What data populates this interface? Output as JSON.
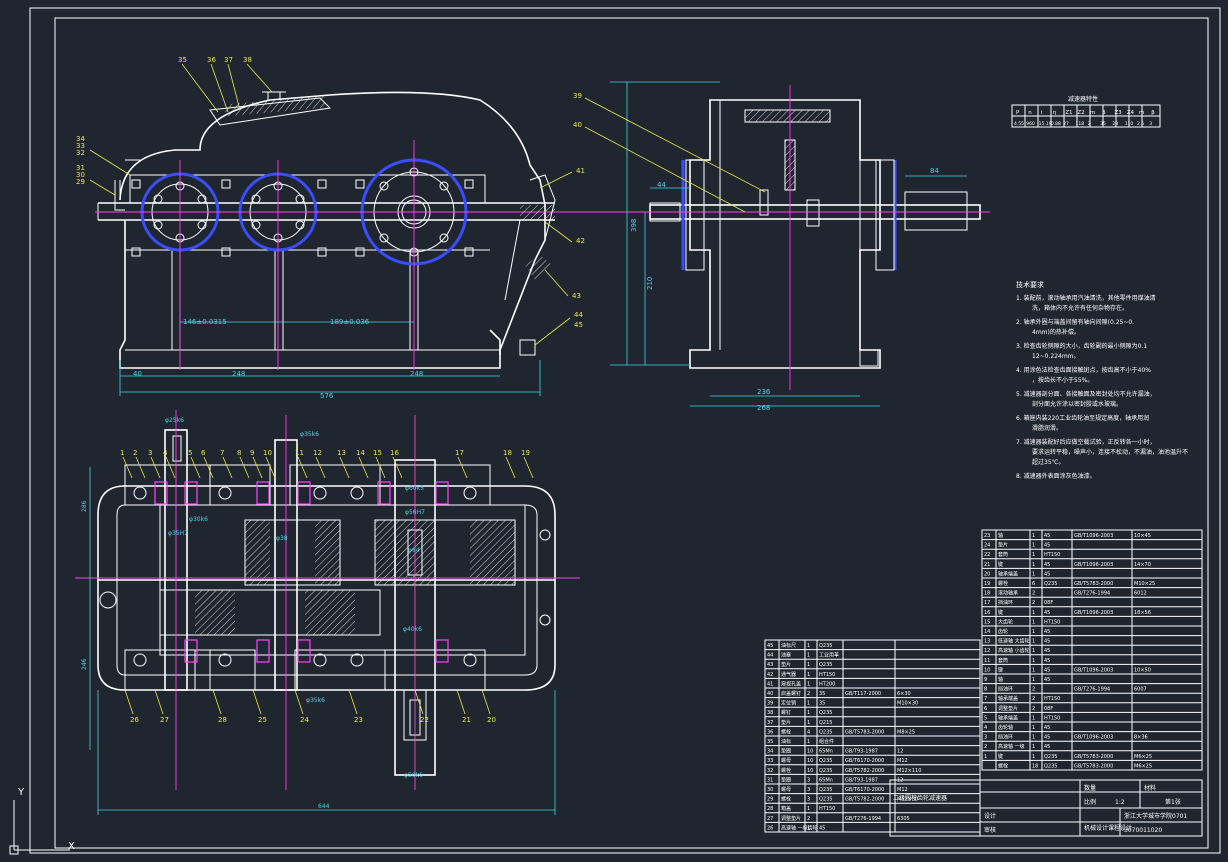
{
  "drawing": {
    "title": "二级圆柱齿轮减速器",
    "ucs": {
      "y": "Y",
      "x": "X"
    }
  },
  "front_view": {
    "callouts": [
      "35",
      "36",
      "37",
      "38",
      "34",
      "33",
      "32",
      "31",
      "30",
      "29",
      "41",
      "42",
      "43",
      "44",
      "45"
    ],
    "dims": {
      "d1": "146±0.0315",
      "d2": "189±0.036",
      "d3": "40",
      "d4": "248",
      "d5": "248",
      "d6": "576"
    }
  },
  "side_view": {
    "callouts": [
      "39",
      "40"
    ],
    "dims": {
      "w1": "44",
      "w2": "84",
      "h1": "398",
      "h2": "210",
      "w3": "236",
      "w4": "268"
    },
    "spec_table_title": "减速器特性",
    "spec_table_head": [
      "P",
      "n",
      "i",
      "η",
      "Z1",
      "Z2",
      "m",
      "β",
      "Z3",
      "Z4",
      "m",
      "β"
    ],
    "spec_table_vals": [
      "4.55",
      "960",
      "15.19",
      "0.88",
      "27",
      "118",
      "2",
      "35",
      "28",
      "110",
      "2.5",
      "3"
    ]
  },
  "top_view": {
    "callouts": [
      "1",
      "2",
      "3",
      "4",
      "5",
      "6",
      "7",
      "8",
      "9",
      "10",
      "11",
      "12",
      "13",
      "14",
      "15",
      "16",
      "17",
      "18",
      "19",
      "20",
      "21",
      "22",
      "23",
      "24",
      "25",
      "26",
      "27",
      "28"
    ],
    "dims": {
      "a": "φ25k6",
      "b": "φ35k6",
      "c": "φ60k5",
      "d": "φ30k6",
      "e": "φ35H7",
      "f": "φ56H7",
      "g": "φ38",
      "h": "φ64",
      "i": "φ40k6",
      "j": "φ35k6",
      "k": "φ50k6",
      "l": "286",
      "m": "246",
      "n": "644"
    }
  },
  "tech_req": {
    "title": "技术要求",
    "items": [
      "1.  装配前，滚动轴承用汽油清洗，其他零件用煤油清洗，箱体内不允许有任何杂物存在。",
      "2.  轴承外圈与端盖间留有轴向间隙(0.25~0.4mm)的热补偿。",
      "3.  检查齿轮侧隙的大小，齿轮副的最小侧隙为0.112~0.224mm。",
      "4.  用涂色法检查齿面接触斑点，按齿高不小于40%，按齿长不小于55%。",
      "5.  减速器剖分面、各接触面及密封处均不允许漏油，剖分面允许涂以密封胶或水玻璃。",
      "6.  箱座内装220工业齿轮油至规定高度，轴承用润滑脂润滑。",
      "7.  减速器装配好后应做空载试验，正反转各一小时，要求运转平稳，噪声小，连接不松动，不漏油，油池温升不超过35℃。",
      "8.  减速器外表面涂灰色油漆。"
    ]
  },
  "parts_right": [
    [
      "23",
      "轴",
      "1",
      "45",
      "GB/T1096-2003",
      "10×45"
    ],
    [
      "24",
      "垫片",
      "1",
      "45",
      "",
      ""
    ],
    [
      "22",
      "套筒",
      "1",
      "HT150",
      "",
      ""
    ],
    [
      "21",
      "键",
      "1",
      "45",
      "GB/T1096-2003",
      "14×70"
    ],
    [
      "20",
      "轴承端盖",
      "1",
      "45",
      "",
      ""
    ],
    [
      "19",
      "螺栓",
      "6",
      "Q235",
      "GB/T5783-2000",
      "M10×25"
    ],
    [
      "18",
      "滚动轴承",
      "2",
      "",
      "GB/T276-1994",
      "6012"
    ],
    [
      "17",
      "挡油环",
      "2",
      "08F",
      "",
      ""
    ],
    [
      "16",
      "键",
      "1",
      "45",
      "GB/T1096-2003",
      "18×56"
    ],
    [
      "15",
      "大齿轮",
      "1",
      "HT150",
      "",
      ""
    ],
    [
      "14",
      "齿轮",
      "1",
      "45",
      "",
      ""
    ],
    [
      "13",
      "低速轴 大齿轮",
      "1",
      "45",
      "",
      ""
    ],
    [
      "12",
      "高速轴 小齿轮",
      "1",
      "45",
      "",
      ""
    ],
    [
      "11",
      "套筒",
      "1",
      "45",
      "",
      ""
    ],
    [
      "10",
      "键",
      "1",
      "45",
      "GB/T1096-2003",
      "10×50"
    ],
    [
      "9",
      "轴",
      "1",
      "45",
      "",
      ""
    ],
    [
      "8",
      "挡油环",
      "2",
      "",
      "GB/T276-1994",
      "6007"
    ],
    [
      "7",
      "轴承端盖",
      "2",
      "HT150",
      "",
      ""
    ],
    [
      "6",
      "调整垫片",
      "2",
      "08F",
      "",
      ""
    ],
    [
      "5",
      "轴承端盖",
      "1",
      "HT150",
      "",
      ""
    ],
    [
      "4",
      "齿轮轴",
      "1",
      "45",
      "",
      ""
    ],
    [
      "3",
      "挡油环",
      "1",
      "45",
      "GB/T1096-2003",
      "8×36"
    ],
    [
      "2",
      "高速轴 一级",
      "1",
      "45",
      "",
      ""
    ],
    [
      "1",
      "键",
      "1",
      "Q235",
      "GB/T5783-2000",
      "M6×25"
    ],
    [
      "",
      "螺栓",
      "18",
      "Q235",
      "GB/T5783-2000",
      "M6×25"
    ]
  ],
  "parts_left": [
    [
      "45",
      "油标尺",
      "1",
      "Q235",
      "",
      ""
    ],
    [
      "44",
      "油塞",
      "1",
      "工业用革",
      "",
      " "
    ],
    [
      "43",
      "垫片",
      "1",
      "Q235",
      "",
      ""
    ],
    [
      "42",
      "通气器",
      "1",
      "HT150",
      "",
      ""
    ],
    [
      "41",
      "窥视孔盖",
      "1",
      "HT200",
      "",
      ""
    ],
    [
      "40",
      "启盖螺钉",
      "2",
      "35",
      "GB/T117-2000",
      "6×30"
    ],
    [
      "39",
      "定位销",
      "1",
      "35",
      "",
      "M10×30"
    ],
    [
      "38",
      "螺钉",
      "1",
      "Q235",
      "",
      ""
    ],
    [
      "37",
      "垫片",
      "1",
      "Q215",
      "",
      ""
    ],
    [
      "36",
      "螺栓",
      "4",
      "Q235",
      "GB/T5783-2000",
      "M8×25"
    ],
    [
      "35",
      "油标",
      "1",
      "组合件",
      "",
      ""
    ],
    [
      "34",
      "垫圈",
      "10",
      "65Mn",
      "GB/T93-1987",
      "12"
    ],
    [
      "33",
      "螺母",
      "10",
      "Q235",
      "GB/T6170-2000",
      "M12"
    ],
    [
      "32",
      "螺栓",
      "10",
      "Q235",
      "GB/T5782-2000",
      "M12×110"
    ],
    [
      "31",
      "垫圈",
      "3",
      "65Mn",
      "GB/T93-1987",
      "12"
    ],
    [
      "30",
      "螺母",
      "3",
      "Q235",
      "GB/T6170-2000",
      "M12"
    ],
    [
      "29",
      "螺栓",
      "3",
      "Q235",
      "GB/T5782-2000",
      "M12×30"
    ],
    [
      "28",
      "箱盖",
      "1",
      "HT150",
      "",
      ""
    ],
    [
      "27",
      "调整垫片",
      "2",
      "",
      "GB/T276-1994",
      "6305"
    ],
    [
      "26",
      "高速轴 一级齿轮",
      "1",
      "45",
      "",
      ""
    ]
  ],
  "title_block": {
    "name": "二级圆柱齿轮减速器",
    "scale_label": "比例",
    "scale": "1:2",
    "sheet": "第1张",
    "qty_label": "数量",
    "mat_label": "材料",
    "design": "设计",
    "check": "审核",
    "school": "浙江大学城市学院0701",
    "student": "3070011020",
    "course": "机械设计课程设计"
  }
}
